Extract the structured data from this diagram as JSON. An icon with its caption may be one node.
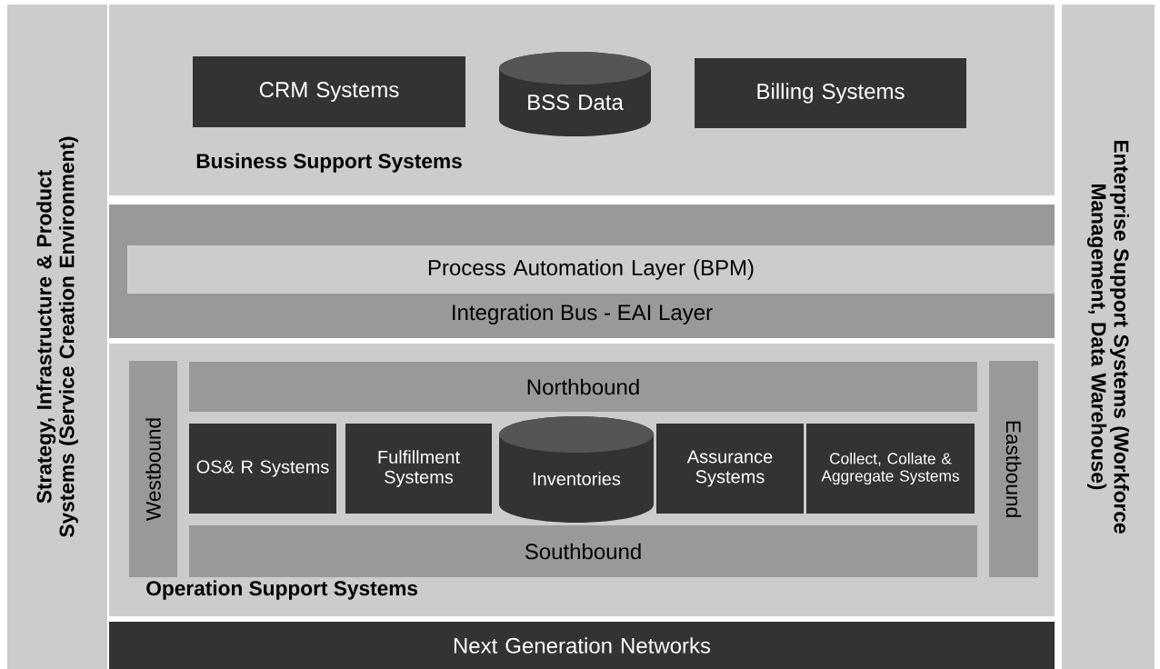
{
  "diagram": {
    "nodes": [
      {
        "text": [
          "Strategy, Infrastructure & Product Systems (Service Creation Environment)"
        ]
      },
      {
        "text": [
          "Enterprise Support Systems (Workforce Management, Data Warehouse)"
        ]
      },
      {
        "text": [
          "Business Support Systems"
        ]
      },
      {
        "text": [
          "CRM Systems"
        ],
        "in": 2
      },
      {
        "text": [
          "BSS Data"
        ],
        "in": 2
      },
      {
        "text": [
          "Billing Systems"
        ],
        "in": 2
      },
      {
        "text": [
          "Integration Bus - EAI Layer"
        ]
      },
      {
        "text": [
          "Process Automation Layer (BPM)"
        ],
        "in": 6
      },
      {
        "text": [
          "Operation Support Systems"
        ]
      },
      {
        "text": [
          "Westbound"
        ],
        "in": 8
      },
      {
        "text": [
          "Northbound"
        ],
        "in": 8
      },
      {
        "text": [
          "OS& R Systems"
        ],
        "in": 8
      },
      {
        "text": [
          "Fulfillment Systems"
        ],
        "in": 8
      },
      {
        "text": [
          "Inventories"
        ],
        "in": 8
      },
      {
        "text": [
          "Assurance Systems"
        ],
        "in": 8
      },
      {
        "text": [
          "Collect, Collate & Aggregate Systems"
        ],
        "in": 8
      },
      {
        "text": [
          "Southbound"
        ],
        "in": 8
      },
      {
        "text": [
          "Eastbound"
        ],
        "in": 8
      },
      {
        "text": [
          "Next Generation Networks"
        ]
      }
    ]
  }
}
